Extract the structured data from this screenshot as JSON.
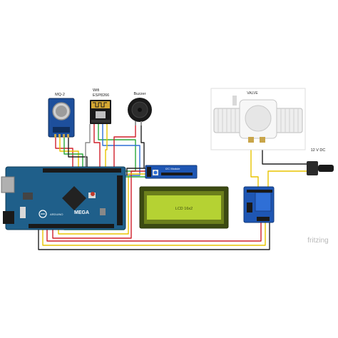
{
  "labels": {
    "mq2": "MQ-2",
    "wifi_line1": "Wifi",
    "wifi_line2": "ESP8266",
    "buzzer": "Buzzer",
    "valve": "VALVE",
    "power": "12 V DC",
    "lcd": "LCD 16x2",
    "i2c": "I2C Module",
    "board": "MEGA",
    "board_brand": "ARDUINO"
  },
  "watermark": "fritzing",
  "colors": {
    "board": "#1f5f8a",
    "board_dark": "#17476a",
    "sensor_blue": "#1d4f9c",
    "lcd_green": "#b5d233",
    "lcd_frame": "#3c4a12",
    "relay_blue": "#1e56b3",
    "valve_white": "#eeeeee",
    "wire_red": "#d0202a",
    "wire_yellow": "#e8c400",
    "wire_green": "#29a83a",
    "wire_blue": "#2f6fd6",
    "wire_black": "#222222",
    "wire_grey": "#8a8a8a"
  }
}
